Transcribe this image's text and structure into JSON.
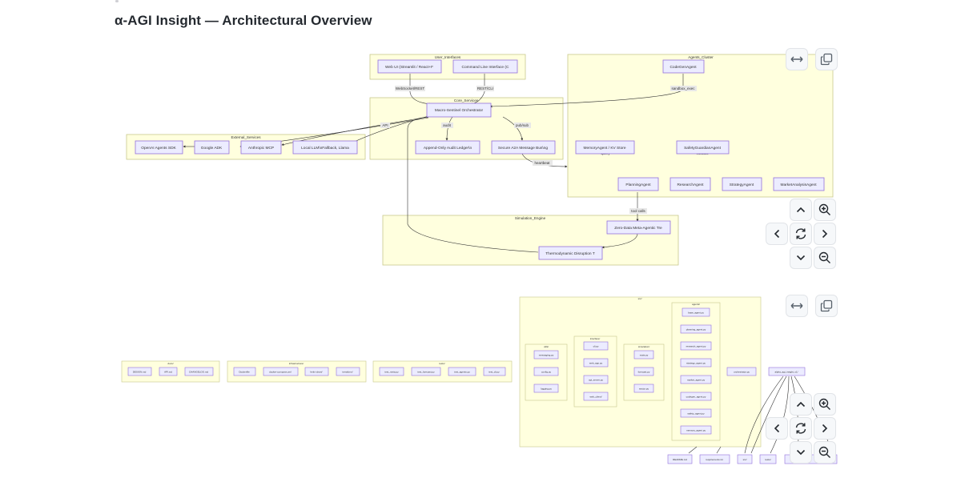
{
  "page": {
    "title": "α-AGI Insight — Architectural Overview"
  },
  "diagram1": {
    "subgraphs": {
      "user_interfaces": "User_Interfaces",
      "agents_cluster": "Agents_Cluster",
      "core_services": "Core_Services",
      "external_services": "External_Services",
      "simulation_engine": "Simulation_Engine"
    },
    "nodes": {
      "web_ui": "Web UI (Streamlit / React+F",
      "cli": "Command Line Interface (C",
      "orchestrator": "Macro-Sentinel Orchestrator",
      "ledger": "Append-Only Audit Ledger\\n",
      "a2a_bus": "Secure A2A Message Bus\\ng",
      "openai": "OpenAI Agents SDK",
      "adk": "Google ADK",
      "mcp": "Anthropic MCP",
      "llm": "Local LLM\\nFallback, Llama",
      "codegen": "CodeGenAgent",
      "memory": "MemoryAgent / KV Store",
      "safety": "SafetyGuardianAgent",
      "planning": "PlanningAgent",
      "research": "ResearchAgent",
      "strategy": "StrategyAgent",
      "market": "MarketAnalysisAgent",
      "zero_data": "Zero-Data Meta-Agentic Tre",
      "thermo": "Thermodynamic Disruption T"
    },
    "edge_labels": {
      "websocket": "WebSocket/REST",
      "rest_cli": "REST/CLI",
      "api": "API",
      "audit": "audit",
      "pubsub": "pub/sub",
      "sandbox": "sandbox_exec",
      "heartbeat": "heartbeat",
      "tool_calls": "tool calls",
      "query": "query",
      "validate": "validate"
    }
  },
  "diagram2": {
    "subgraphs": {
      "src": "src/",
      "agents": "agents/",
      "utils": "utils/",
      "interface": "interface/",
      "simulation": "simulation/",
      "docs": "docs/",
      "infrastructure": "infrastructure/",
      "tests": "tests/"
    },
    "files": {
      "docs": [
        "DESIGN.md",
        "API.md",
        "CHANGELOG.md"
      ],
      "infrastructure": [
        "Dockerfile",
        "docker-compose.yml",
        "helm-chart/",
        "terraform/"
      ],
      "tests": [
        "test_meta.py",
        "test_forecast.py",
        "test_agents.py",
        "test_cli.py"
      ],
      "utils": [
        "messaging.py",
        "config.py",
        "logging.py"
      ],
      "interface": [
        "cli.py",
        "web_app.py",
        "api_server.py",
        "web_client/"
      ],
      "simulation": [
        "mats.py",
        "forecast.py",
        "sector.py"
      ],
      "agents": [
        "base_agent.py",
        "planning_agent.py",
        "research_agent.py",
        "strategy_agent.py",
        "market_agent.py",
        "codegen_agent.py",
        "safety_agent.py",
        "memory_agent.py"
      ],
      "orchestrator": "orchestrator.py",
      "entry": "alpha_agi_insight_v1/",
      "root": [
        "README.md",
        "requirements.txt",
        "src/",
        "tests/",
        "docs/"
      ]
    }
  },
  "controls": {
    "fit_icon": "fit-width-icon",
    "copy_icon": "copy-icon",
    "up_icon": "chevron-up-icon",
    "down_icon": "chevron-down-icon",
    "left_icon": "chevron-left-icon",
    "right_icon": "chevron-right-icon",
    "reset_icon": "reset-icon",
    "zoom_in_icon": "zoom-in-icon",
    "zoom_out_icon": "zoom-out-icon"
  }
}
